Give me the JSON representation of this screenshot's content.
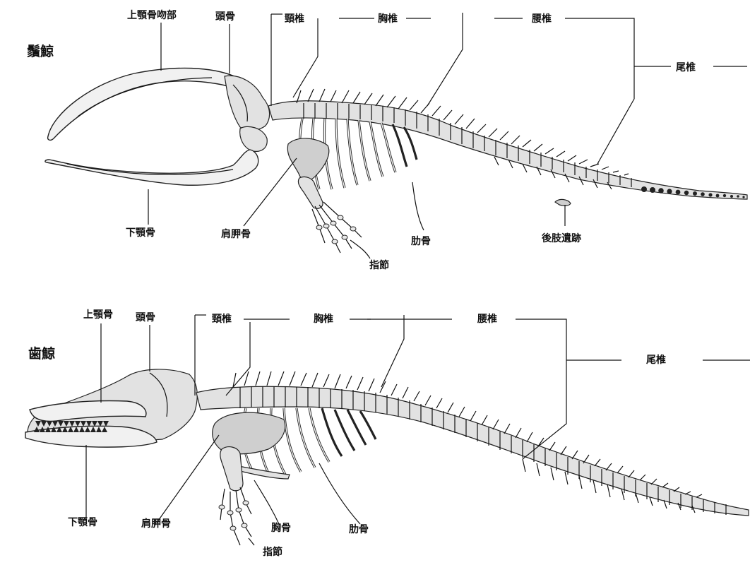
{
  "baleen": {
    "title": "鬚鯨",
    "labels": {
      "upper_jaw_snout": "上顎骨吻部",
      "skull": "頭骨",
      "cervical": "頸椎",
      "thoracic": "胸椎",
      "lumbar": "腰椎",
      "caudal": "尾椎",
      "lower_jaw": "下顎骨",
      "scapula": "肩胛骨",
      "phalanges": "指節",
      "ribs": "肋骨",
      "hind_limb_vestige": "後肢遺跡"
    }
  },
  "toothed": {
    "title": "歯鯨",
    "labels": {
      "upper_jaw": "上顎骨",
      "skull": "頭骨",
      "cervical": "頸椎",
      "thoracic": "胸椎",
      "lumbar": "腰椎",
      "caudal": "尾椎",
      "lower_jaw": "下顎骨",
      "scapula": "肩胛骨",
      "sternum": "胸骨",
      "ribs": "肋骨",
      "phalanges": "指節"
    }
  }
}
